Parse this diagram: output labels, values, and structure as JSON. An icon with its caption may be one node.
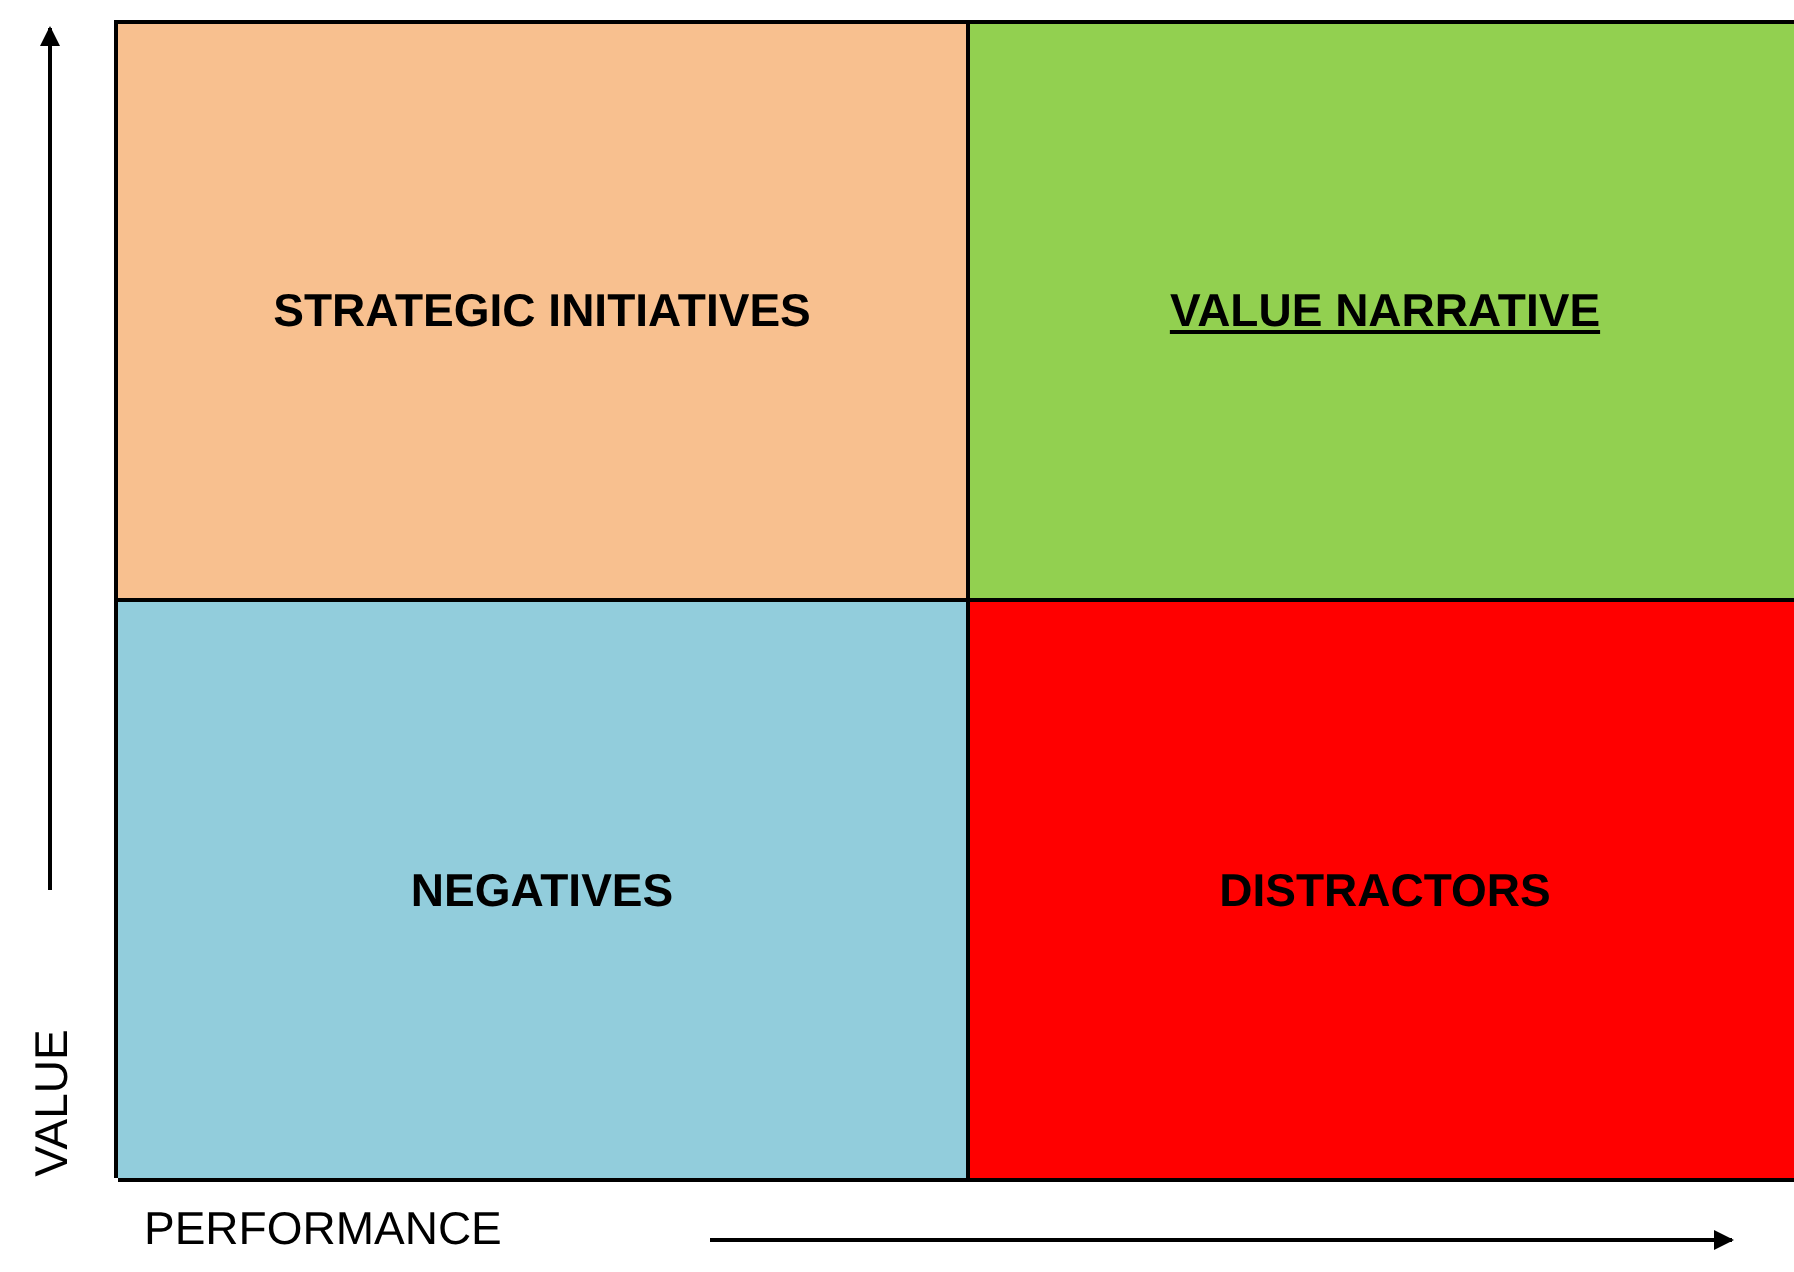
{
  "diagram": {
    "nodes": [
      {
        "text": [
          "STRATEGIC INITIATIVES"
        ]
      },
      {
        "text": [
          "VALUE NARRATIVE"
        ]
      },
      {
        "text": [
          "NEGATIVES"
        ]
      },
      {
        "text": [
          "DISTRACTORS"
        ]
      }
    ],
    "labels": [
      "VALUE",
      "PERFORMANCE"
    ]
  }
}
